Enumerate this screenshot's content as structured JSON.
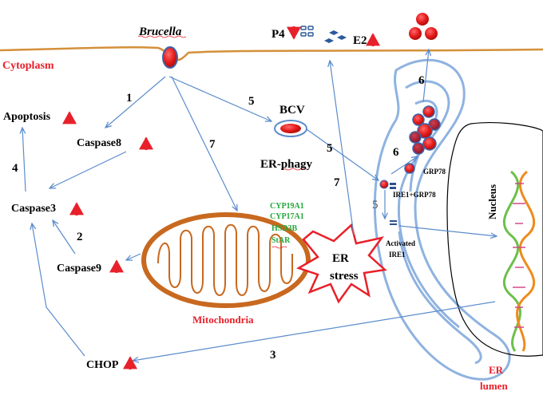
{
  "labels": {
    "brucella": "Brucella",
    "p4": "P4",
    "e2": "E2",
    "cytoplasm": "Cytoplasm",
    "apoptosis": "Apoptosis",
    "caspase8": "Caspase8",
    "caspase3": "Caspase3",
    "caspase9": "Caspase9",
    "chop": "CHOP",
    "bcv": "BCV",
    "er_phagy": "ER-phagy",
    "mitochondria": "Mitochondria",
    "er_stress_line1": "ER",
    "er_stress_line2": "stress",
    "grp78": "GRP78",
    "ire1_grp78": "IRE1+GRP78",
    "activated_line1": "Activated",
    "activated_line2": "IRE1",
    "nucleus": "Nucleus",
    "er_lumen_line1": "ER",
    "er_lumen_line2": "lumen"
  },
  "genes": [
    "CYP19A1",
    "CYP17A1",
    "HSD3B",
    "StAR"
  ],
  "steps": {
    "s1": "1",
    "s2": "2",
    "s3": "3",
    "s4": "4",
    "s5a": "5",
    "s5b": "5",
    "s5c": "5",
    "s6a": "6",
    "s6b": "6",
    "s7a": "7",
    "s7b": "7"
  },
  "colors": {
    "arrow": "#5b8ccc",
    "membrane": "#d4903a",
    "mito": "#c8691f",
    "er": "#8fb3e0",
    "red": "#e8202a",
    "green": "#22a83a"
  }
}
